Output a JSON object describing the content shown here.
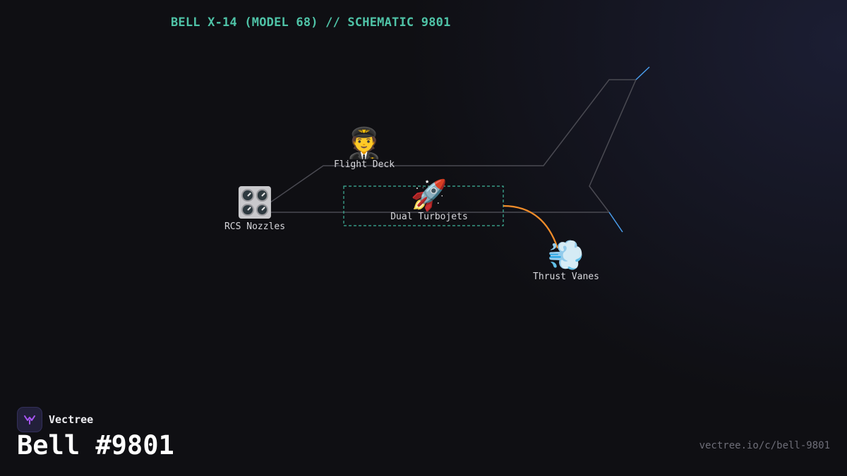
{
  "header": {
    "title": "BELL X-14 (MODEL 68) // SCHEMATIC 9801"
  },
  "nodes": {
    "flight_deck": {
      "icon": "pilot-icon",
      "emoji": "🧑‍✈️",
      "label": "Flight Deck"
    },
    "rcs_nozzles": {
      "icon": "control-knobs-icon",
      "label": "RCS Nozzles"
    },
    "dual_turbojets": {
      "icon": "rocket-icon",
      "emoji": "🚀",
      "label": "Dual Turbojets"
    },
    "thrust_vanes": {
      "icon": "dash-puff-icon",
      "emoji": "💨",
      "label": "Thrust Vanes"
    }
  },
  "colors": {
    "title": "#4fc3a7",
    "outline": "#4a4a52",
    "accent_blue": "#4a9eed",
    "connector": "#f08c2a",
    "selection": "#3fb59a"
  },
  "footer": {
    "brand_name": "Vectree",
    "title": "Bell #9801",
    "url": "vectree.io/c/bell-9801"
  }
}
